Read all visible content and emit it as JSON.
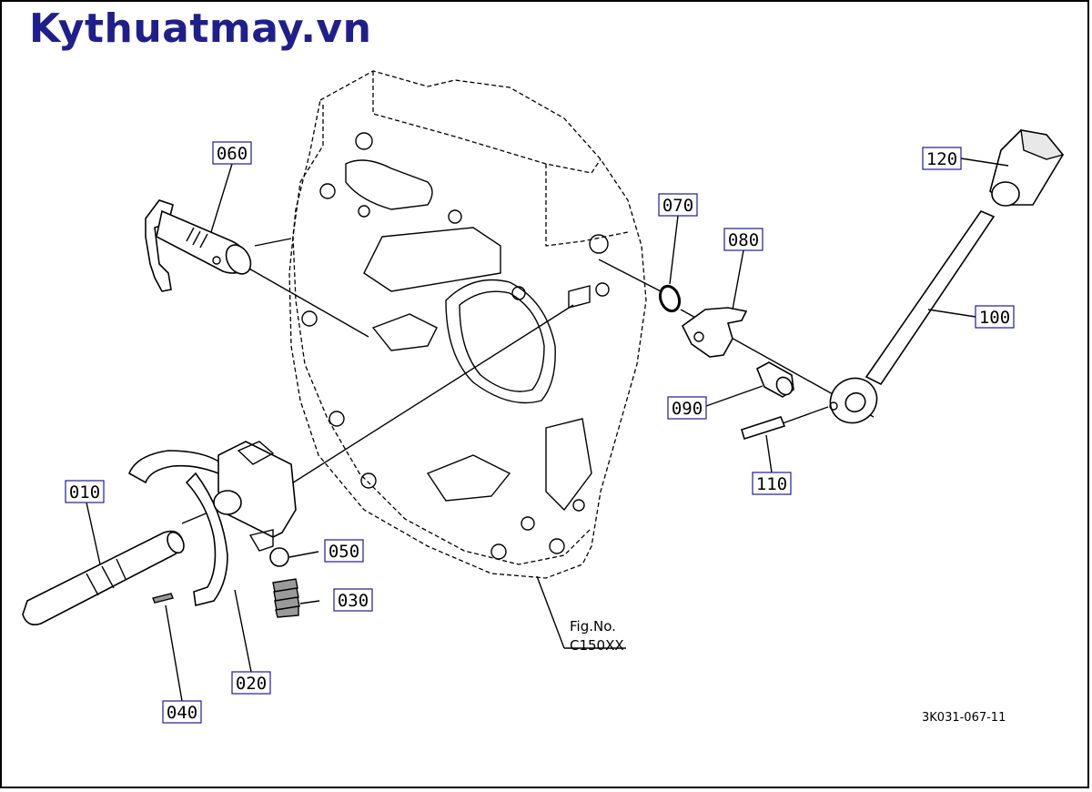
{
  "brand": "Kythuatmay.vn",
  "callouts": [
    {
      "id": "010",
      "label": "010"
    },
    {
      "id": "020",
      "label": "020"
    },
    {
      "id": "030",
      "label": "030"
    },
    {
      "id": "040",
      "label": "040"
    },
    {
      "id": "050",
      "label": "050"
    },
    {
      "id": "060",
      "label": "060"
    },
    {
      "id": "070",
      "label": "070"
    },
    {
      "id": "080",
      "label": "080"
    },
    {
      "id": "090",
      "label": "090"
    },
    {
      "id": "100",
      "label": "100"
    },
    {
      "id": "110",
      "label": "110"
    },
    {
      "id": "120",
      "label": "120"
    }
  ],
  "figure": {
    "line1": "Fig.No.",
    "line2": "C150XX"
  },
  "drawing_code": "3K031-067-11",
  "colors": {
    "brand": "#1f1f8c",
    "callout_border": "#1a1aa0"
  }
}
